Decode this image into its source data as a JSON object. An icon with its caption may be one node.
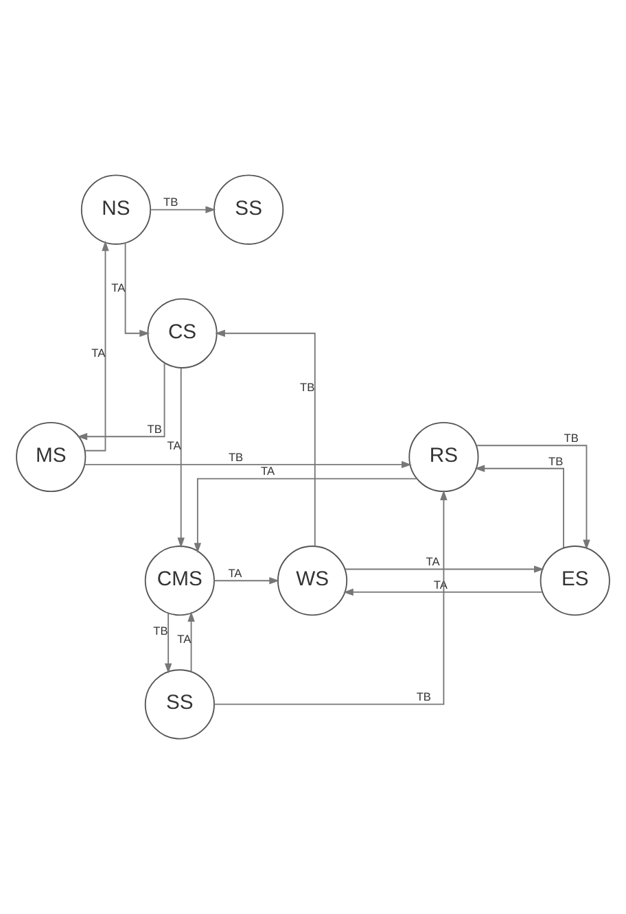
{
  "diagram": {
    "nodes": [
      {
        "text": [
          "NS"
        ]
      },
      {
        "text": [
          "SS"
        ]
      },
      {
        "text": [
          "MS"
        ]
      },
      {
        "text": [
          "RS"
        ]
      },
      {
        "text": [
          "CS"
        ]
      },
      {
        "text": [
          "WS"
        ]
      },
      {
        "text": [
          "CMS"
        ]
      },
      {
        "text": [
          "ES"
        ]
      },
      {
        "text": [
          "SS"
        ]
      }
    ],
    "edges": [
      {
        "from": 0,
        "to": 1,
        "arrow": "to",
        "label": "TB"
      },
      {
        "from": 2,
        "to": 0,
        "arrow": "to",
        "label": "TA"
      },
      {
        "from": 2,
        "to": 3,
        "arrow": "to",
        "label": "TB"
      },
      {
        "from": 4,
        "to": 2,
        "arrow": "to",
        "label": "TB"
      },
      {
        "from": 0,
        "to": 4,
        "arrow": "to",
        "label": "TA"
      },
      {
        "from": 5,
        "to": 4,
        "arrow": "to",
        "label": "TB"
      },
      {
        "from": 4,
        "to": 6,
        "arrow": "to",
        "label": "TA"
      },
      {
        "from": 3,
        "to": 6,
        "arrow": "to",
        "label": "TA"
      },
      {
        "from": 6,
        "to": 5,
        "arrow": "to",
        "label": "TA"
      },
      {
        "from": 3,
        "to": 7,
        "arrow": "to",
        "label": "TB"
      },
      {
        "from": 7,
        "to": 3,
        "arrow": "to",
        "label": "TB"
      },
      {
        "from": 7,
        "to": 5,
        "arrow": "to",
        "label": "TA"
      },
      {
        "from": 5,
        "to": 7,
        "arrow": "to",
        "label": "TA"
      },
      {
        "from": 8,
        "to": 6,
        "arrow": "to",
        "label": "TA"
      },
      {
        "from": 6,
        "to": 8,
        "arrow": "to",
        "label": "TB"
      },
      {
        "from": 8,
        "to": 3,
        "arrow": "to",
        "label": "TB"
      }
    ]
  }
}
